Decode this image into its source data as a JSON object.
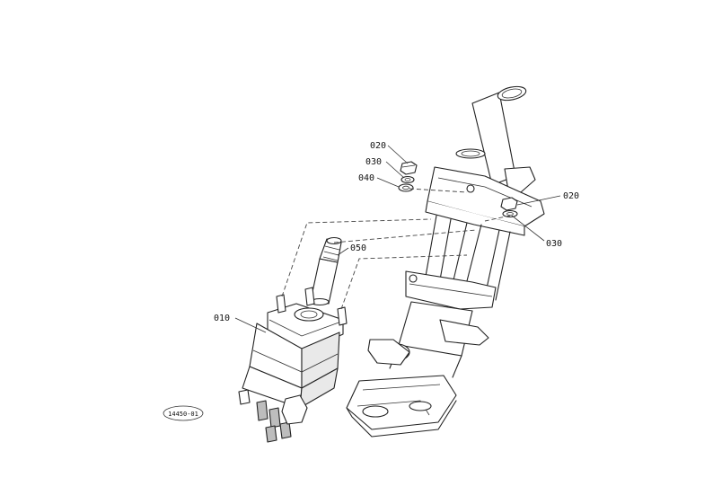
{
  "parts": [
    {
      "id": "p010",
      "label": "010",
      "icon": "steering-unit-icon"
    },
    {
      "id": "p020a",
      "label": "020",
      "icon": "nut-icon"
    },
    {
      "id": "p030a",
      "label": "030",
      "icon": "washer-icon"
    },
    {
      "id": "p040",
      "label": "040",
      "icon": "washer-icon"
    },
    {
      "id": "p050",
      "label": "050",
      "icon": "coupling-icon"
    },
    {
      "id": "p020b",
      "label": "020",
      "icon": "nut-icon"
    },
    {
      "id": "p030b",
      "label": "030",
      "icon": "washer-icon"
    }
  ],
  "reference_code": "14450-01"
}
